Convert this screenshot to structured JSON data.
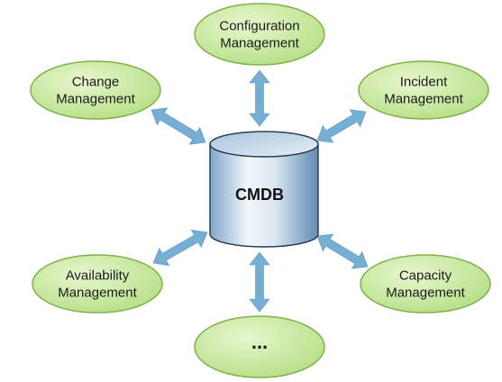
{
  "center": {
    "label": "CMDB"
  },
  "nodes": [
    {
      "id": "configuration",
      "lines": [
        "Configuration",
        "Management"
      ]
    },
    {
      "id": "change",
      "lines": [
        "Change",
        "Management"
      ]
    },
    {
      "id": "incident",
      "lines": [
        "Incident",
        "Management"
      ]
    },
    {
      "id": "availability",
      "lines": [
        "Availability",
        "Management"
      ]
    },
    {
      "id": "capacity",
      "lines": [
        "Capacity",
        "Management"
      ]
    },
    {
      "id": "more",
      "lines": [
        "..."
      ]
    }
  ],
  "colors": {
    "ellipse_fill_light": "#e2f4c4",
    "ellipse_fill_dark": "#b9e08a",
    "ellipse_stroke": "#7fb24a",
    "arrow": "#77aed3",
    "cylinder_light": "#eef4fa",
    "cylinder_dark": "#7fa7c9",
    "cylinder_stroke": "#2b3f55"
  }
}
